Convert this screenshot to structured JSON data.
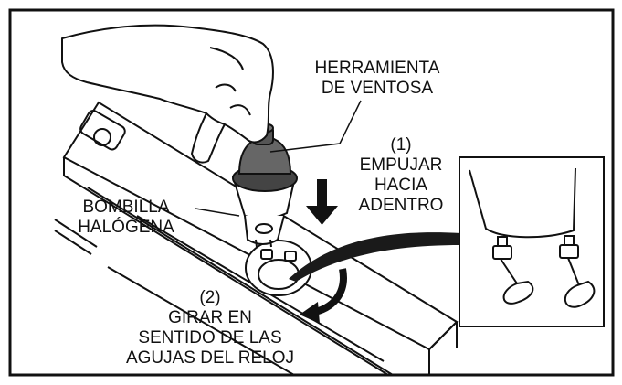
{
  "labels": {
    "tool": [
      "HERRAMIENTA",
      "DE VENTOSA"
    ],
    "push": [
      "(1)",
      "EMPUJAR",
      "HACIA",
      "ADENTRO"
    ],
    "bulb": [
      "BOMBILLA",
      "HALÓGENA"
    ],
    "turn": [
      "(2)",
      "GIRAR EN",
      "SENTIDO DE LAS",
      "AGUJAS DEL RELOJ"
    ]
  },
  "icons": [
    "hand-icon",
    "suction-tool-icon",
    "halogen-bulb-icon",
    "push-arrow-icon",
    "rotate-arrow-icon",
    "bulb-pins-detail-icon"
  ],
  "colors": {
    "ink": "#111111",
    "paper": "#ffffff",
    "tool_fill": "#555555",
    "detail_band": "#1a1a1a"
  }
}
